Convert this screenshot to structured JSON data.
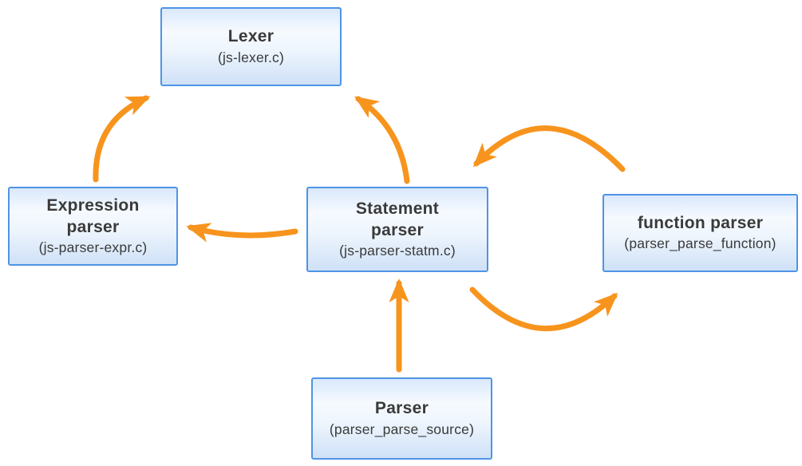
{
  "colors": {
    "arrow": "#F7941D",
    "box_border": "#4E94E6",
    "text": "#3A3A3A"
  },
  "nodes": {
    "lexer": {
      "title": "Lexer",
      "subtitle": "(js-lexer.c)"
    },
    "expression_parser": {
      "title": "Expression parser",
      "subtitle": "(js-parser-expr.c)"
    },
    "statement_parser": {
      "title": "Statement parser",
      "subtitle": "(js-parser-statm.c)"
    },
    "function_parser": {
      "title": "function parser",
      "subtitle": "(parser_parse_function)"
    },
    "parser": {
      "title": "Parser",
      "subtitle": "(parser_parse_source)"
    }
  },
  "edges": [
    {
      "from": "expression_parser",
      "to": "lexer"
    },
    {
      "from": "statement_parser",
      "to": "lexer"
    },
    {
      "from": "statement_parser",
      "to": "expression_parser"
    },
    {
      "from": "function_parser",
      "to": "statement_parser"
    },
    {
      "from": "statement_parser",
      "to": "function_parser"
    },
    {
      "from": "parser",
      "to": "statement_parser"
    }
  ]
}
